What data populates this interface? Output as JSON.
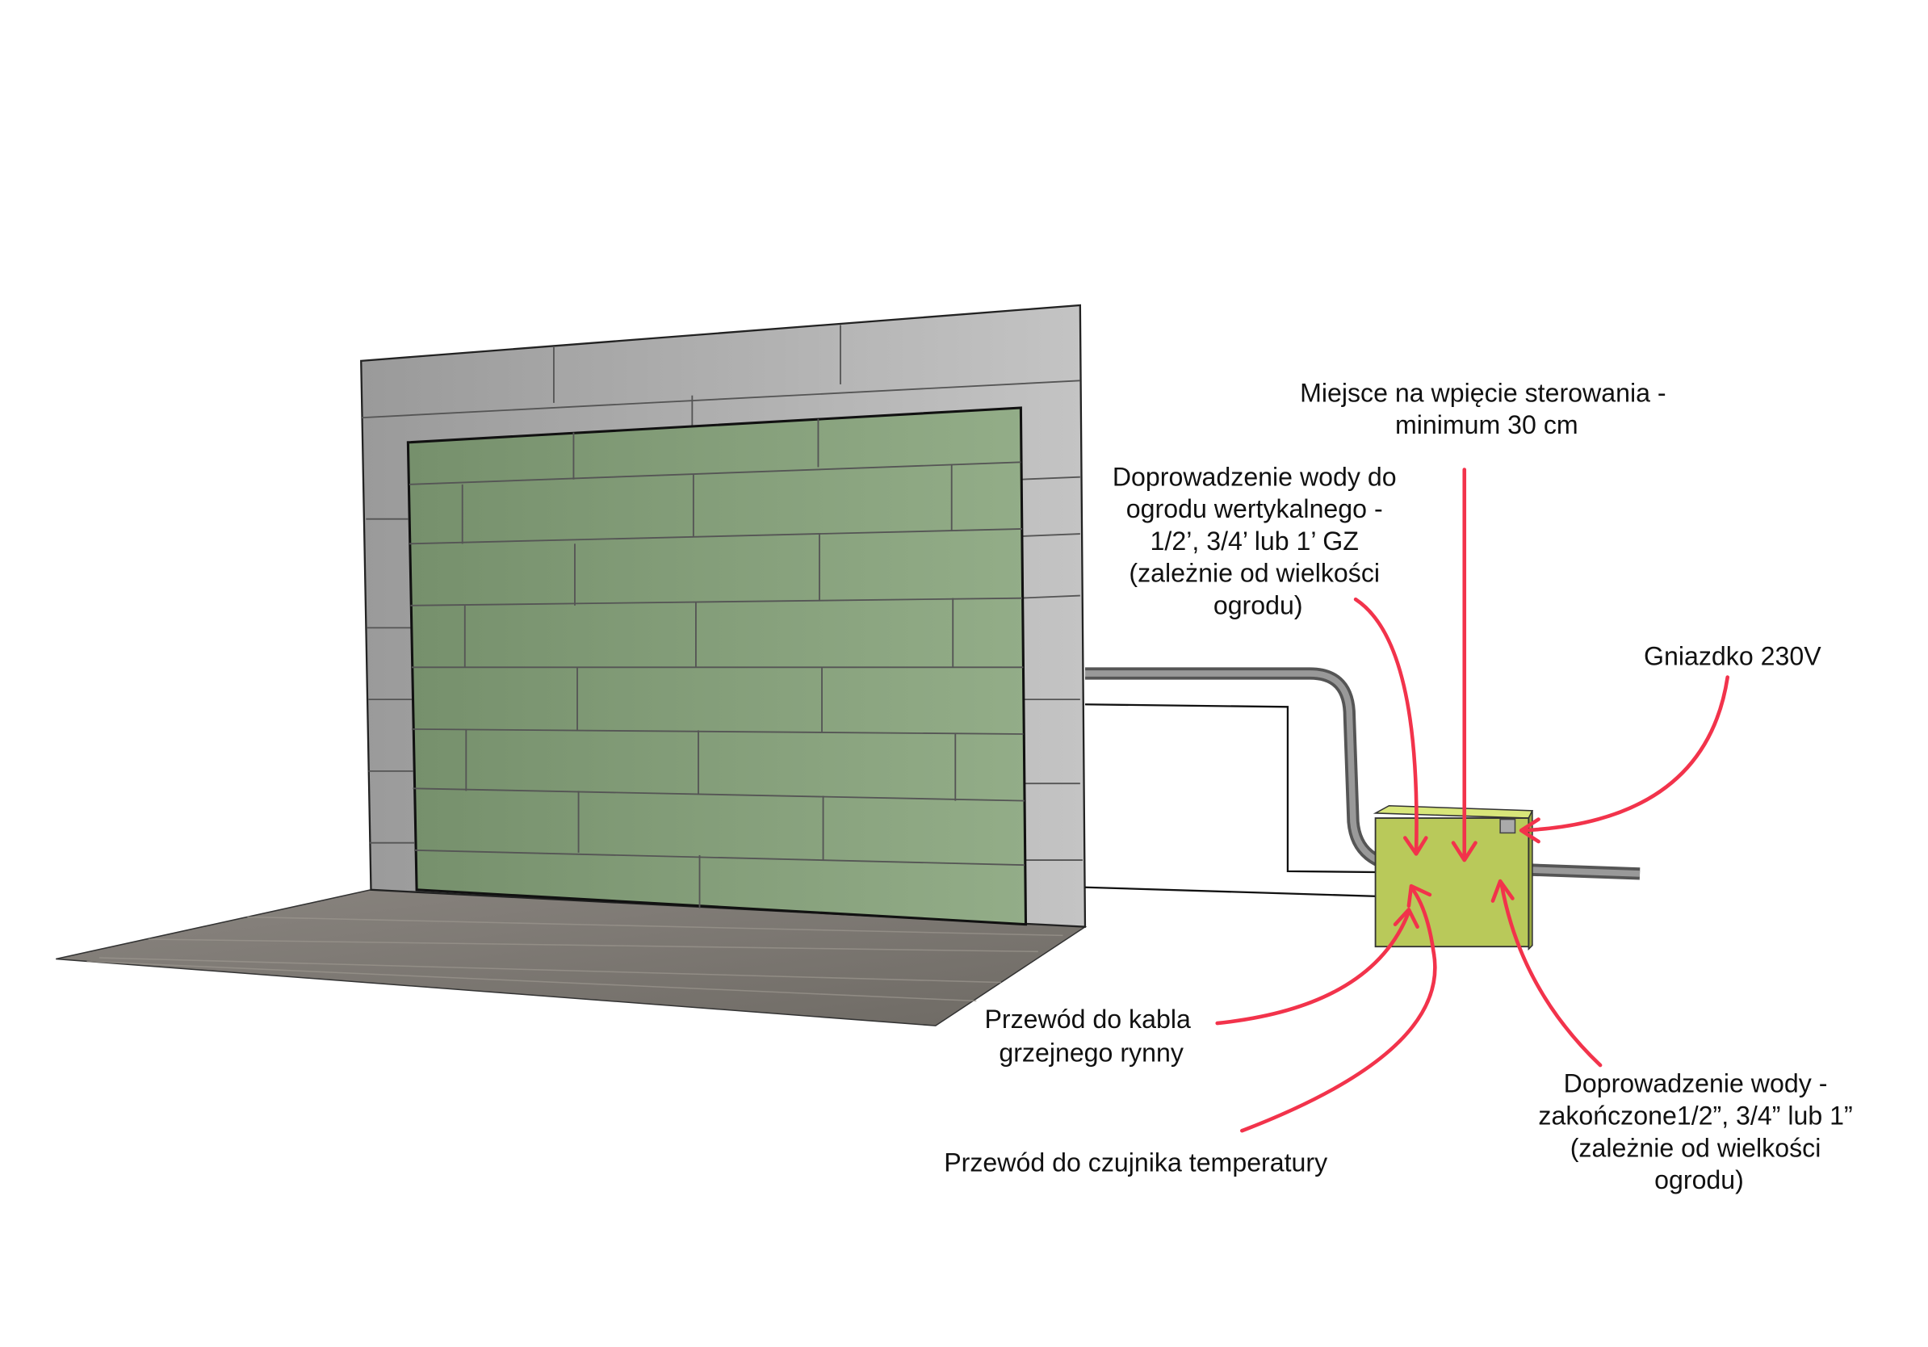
{
  "labels": {
    "control": [
      "Miejsce na wpięcie sterowania -",
      "minimum 30 cm"
    ],
    "water_garden": [
      "Doprowadzenie wody do",
      "ogrodu wertykalnego -",
      "1/2’, 3/4’ lub 1’ GZ",
      "(zależnie od wielkości",
      "ogrodu)"
    ],
    "socket": [
      "Gniazdko 230V"
    ],
    "gutter_cable": [
      "Przewód do kabla",
      "grzejnego rynny"
    ],
    "temp_sensor": [
      "Przewód do czujnika temperatury"
    ],
    "water_supply": [
      "Doprowadzenie wody -",
      "zakończone1/2”, 3/4” lub 1”",
      "(zależnie od wielkości",
      "ogrodu)"
    ]
  },
  "colors": {
    "arrow": "#f2334b",
    "box": "#b9c95a",
    "wall": "#b4b4b4",
    "panel": "#8aa37f"
  }
}
